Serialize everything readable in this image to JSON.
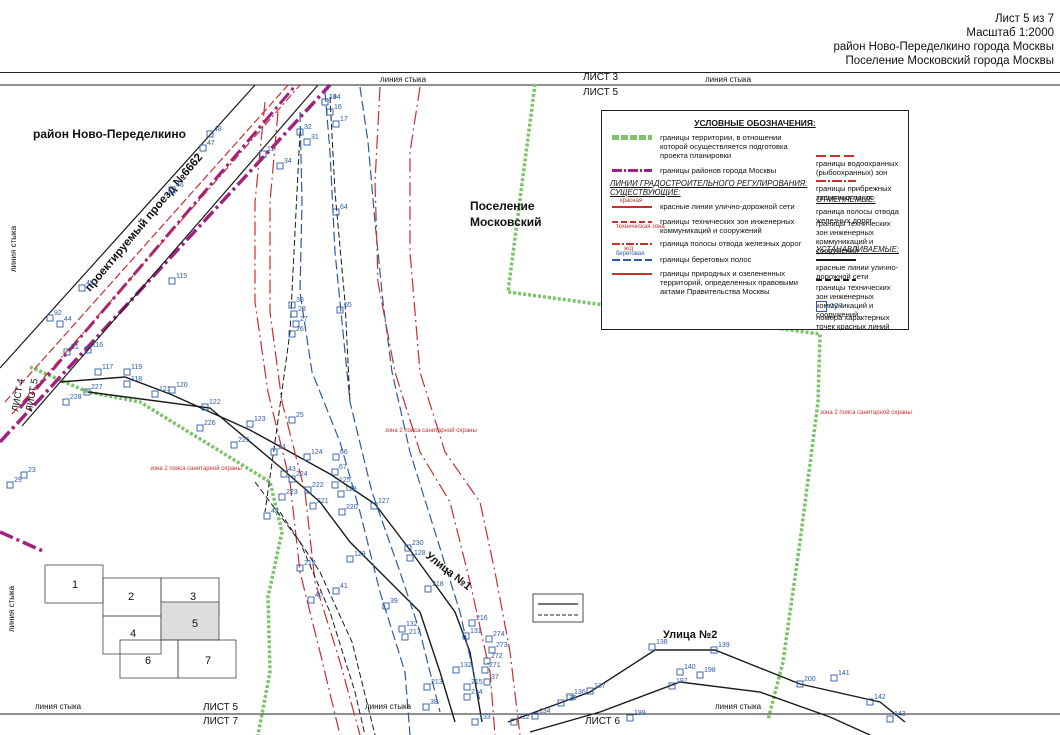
{
  "header": {
    "sheet": "Лист 5 из 7",
    "scale": "Масштаб 1:2000",
    "district": "район Ново-Переделкино города Москвы",
    "settlement": "Поселение Московский города Москвы"
  },
  "map": {
    "sheet3_label": "ЛИСТ 3",
    "sheet5_top_label": "ЛИСТ 5",
    "sheet5_bottom_label": "ЛИСТ 5",
    "sheet7_label": "ЛИСТ 7",
    "sheet6_label": "ЛИСТ 6",
    "sheet4_label": "ЛИСТ 4",
    "sheet5_left_label": "ЛИСТ 5",
    "joint_line": "линия стыка",
    "district_label": "район Ново-Переделкино",
    "settlement_label_1": "Поселение",
    "settlement_label_2": "Московский",
    "road_label": "проектируемый проезд №6662",
    "street1": "Улица №1",
    "street2": "Улица №2",
    "zone_label": "зона 2 пояса санитарной охраны",
    "points": [
      "19",
      "16",
      "17",
      "32",
      "31",
      "11",
      "34",
      "48",
      "47",
      "46",
      "64",
      "30",
      "28",
      "27",
      "26",
      "65",
      "45",
      "92",
      "44",
      "91",
      "115",
      "116",
      "117",
      "119",
      "118",
      "120",
      "121",
      "227",
      "228",
      "122",
      "226",
      "123",
      "225",
      "25",
      "24",
      "124",
      "66",
      "43",
      "224",
      "67",
      "125",
      "223",
      "222",
      "221",
      "128",
      "220",
      "127",
      "42",
      "23",
      "29",
      "230",
      "128",
      "129",
      "219",
      "41",
      "40",
      "39",
      "218",
      "132",
      "217",
      "216",
      "131",
      "274",
      "273",
      "272",
      "271",
      "132",
      "215",
      "214",
      "213",
      "38",
      "37",
      "133",
      "212",
      "134",
      "135",
      "136",
      "137",
      "138",
      "139",
      "140",
      "198",
      "197",
      "199",
      "200",
      "141",
      "142",
      "143",
      "144"
    ],
    "index_map": {
      "cells": [
        "1",
        "2",
        "3",
        "4",
        "5",
        "6",
        "7"
      ]
    }
  },
  "legend": {
    "title": "УСЛОВНЫЕ ОБОЗНАЧЕНИЯ:",
    "item_territory": "границы территории, в отношении которой осуществляется подготовка проекта планировки",
    "item_districts": "границы районов города Москвы",
    "section_lines": "ЛИНИИ ГРАДОСТРОИТЕЛЬНОГО РЕГУЛИРОВАНИЯ:",
    "section_existing": "СУЩЕСТВУЮЩИЕ:",
    "item_red": "красные линии улично-дорожной сети",
    "item_tech": "границы технических зон инженерных коммуникаций и сооружений",
    "item_rail": "граница полосы отвода железных дорог",
    "item_shore": "границы береговых полос",
    "item_nature": "границы природных и озелененных территорий, определенных правовыми актами Правительства Москвы",
    "item_water": "границы водоохранных (рыбоохранных) зон",
    "item_coast": "границы прибрежных защитных полос",
    "section_cancelled": "ОТМЕНЯЕМЫЕ:",
    "item_rail_cancel": "граница полосы отвода железных дорог",
    "item_tech_cancel": "границы технических зон инженерных коммуникаций и сооружений",
    "section_established": "УСТАНАВЛИВАЕМЫЕ:",
    "item_red_new": "красные линии улично-дорожной сети",
    "item_tech_new": "границы технических зон инженерных коммуникаций и сооружений",
    "item_points": "номера характерных точек красных линий",
    "points_example": "127",
    "sym_red": "красная",
    "sym_tech": "техническая зона",
    "sym_rail": "ж/д",
    "sym_shore": "береговая"
  },
  "colors": {
    "green": "#7cc46a",
    "purple": "#a0227f",
    "red": "#c8302c",
    "blue": "#2c5aa8",
    "black": "#1a1a1a"
  }
}
